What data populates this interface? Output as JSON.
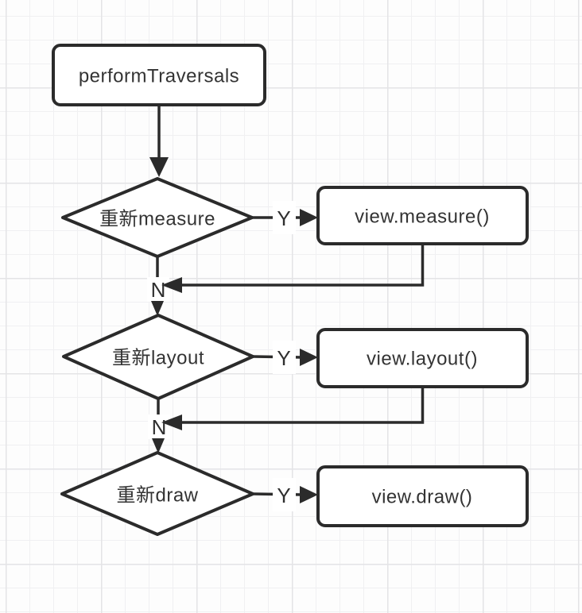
{
  "flowchart": {
    "start": {
      "label": "performTraversals"
    },
    "rows": [
      {
        "decision": "重新measure",
        "process": "view.measure()"
      },
      {
        "decision": "重新layout",
        "process": "view.layout()"
      },
      {
        "decision": "重新draw",
        "process": "view.draw()"
      }
    ],
    "branch_labels": {
      "yes": "Y",
      "no": "N"
    },
    "colors": {
      "stroke": "#2b2b2b",
      "node_fill": "#ffffff",
      "text": "#333333",
      "grid_minor": "#f0f0f2",
      "grid_major": "#e4e4e6",
      "canvas_background": "#fdfdfd"
    }
  }
}
